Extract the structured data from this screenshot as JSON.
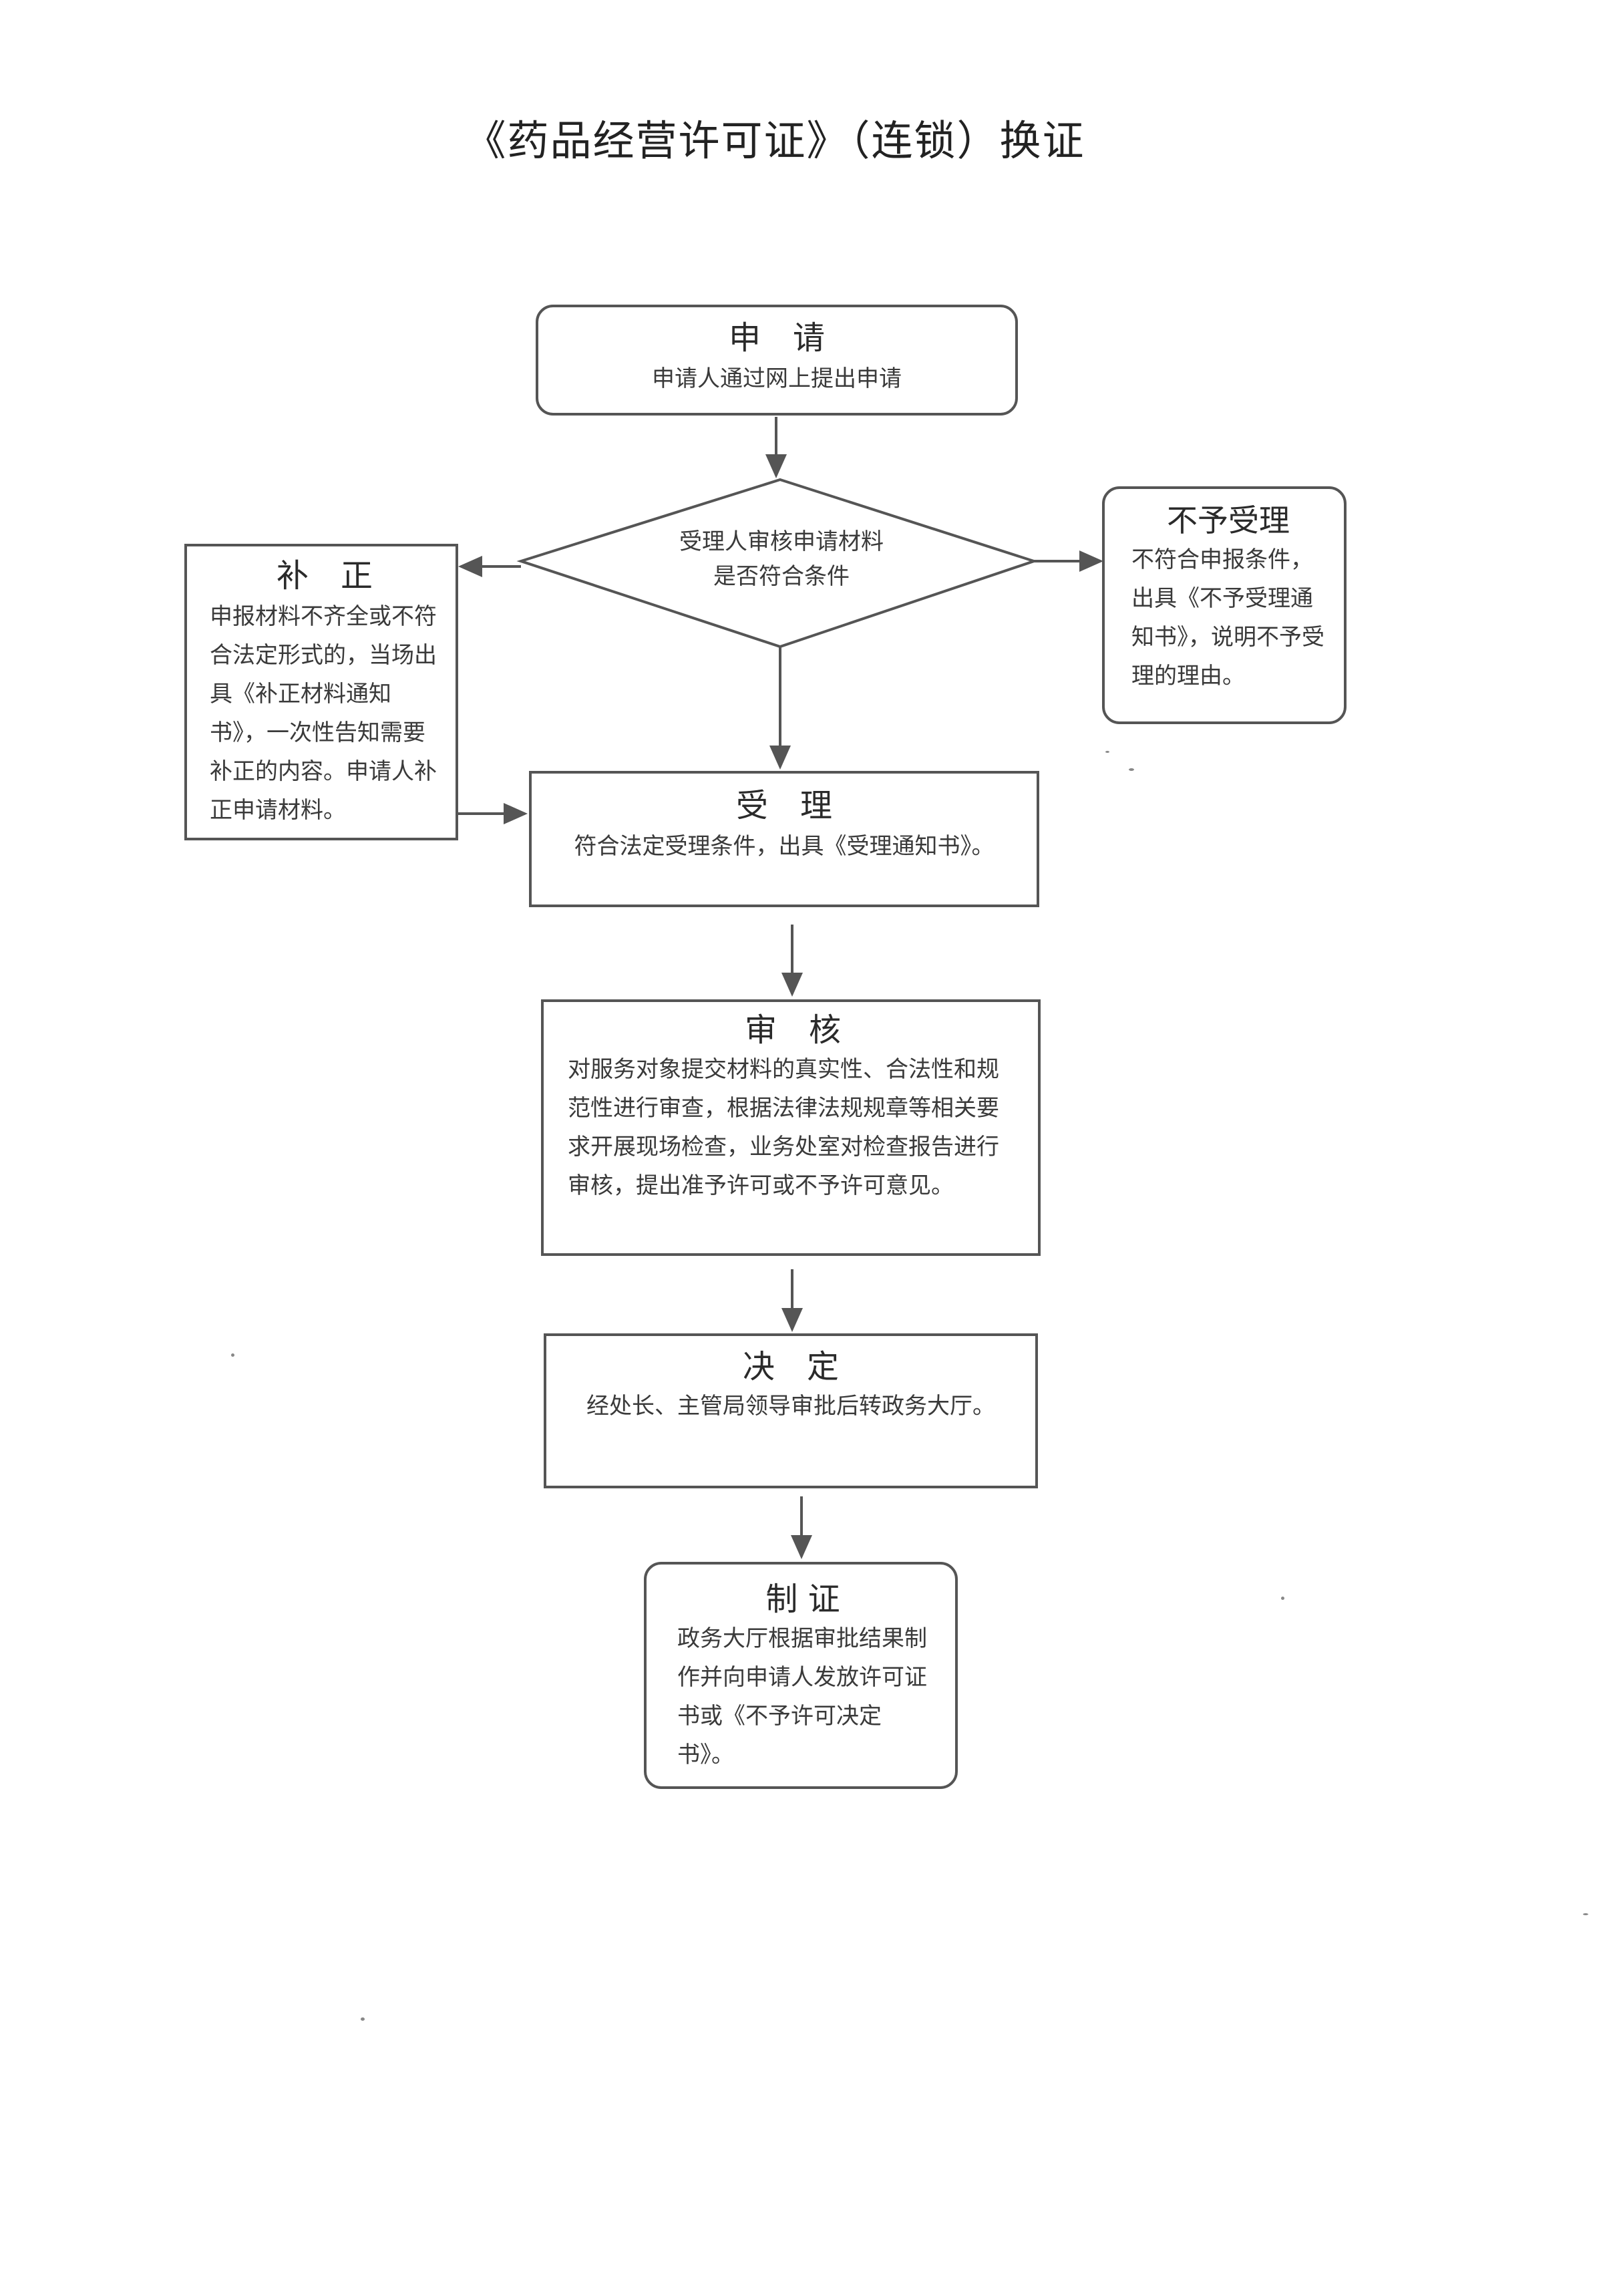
{
  "title": "《药品经营许可证》（连锁）换证",
  "steps": {
    "apply": {
      "title": "申　请",
      "body": "申请人通过网上提出申请"
    },
    "review_decision": {
      "body_line1": "受理人审核申请材料",
      "body_line2": "是否符合条件"
    },
    "reject": {
      "title": "不予受理",
      "body": "不符合申报条件，出具《不予受理通知书》，说明不予受理的理由。"
    },
    "correction": {
      "title": "补　正",
      "body": "申报材料不齐全或不符合法定形式的，当场出具《补正材料通知书》，一次性告知需要补正的内容。申请人补正申请材料。"
    },
    "accept": {
      "title": "受　理",
      "body": "符合法定受理条件，出具《受理通知书》。"
    },
    "audit": {
      "title": "审　核",
      "body": "对服务对象提交材料的真实性、合法性和规范性进行审查，根据法律法规规章等相关要求开展现场检查，业务处室对检查报告进行审核，提出准予许可或不予许可意见。"
    },
    "decide": {
      "title": "决　定",
      "body": "经处长、主管局领导审批后转政务大厅。"
    },
    "issue": {
      "title": "制 证",
      "body": "政务大厅根据审批结果制作并向申请人发放许可证书或《不予许可决定书》。"
    }
  },
  "colors": {
    "line": "#555555",
    "text": "#333333",
    "background": "#ffffff"
  }
}
